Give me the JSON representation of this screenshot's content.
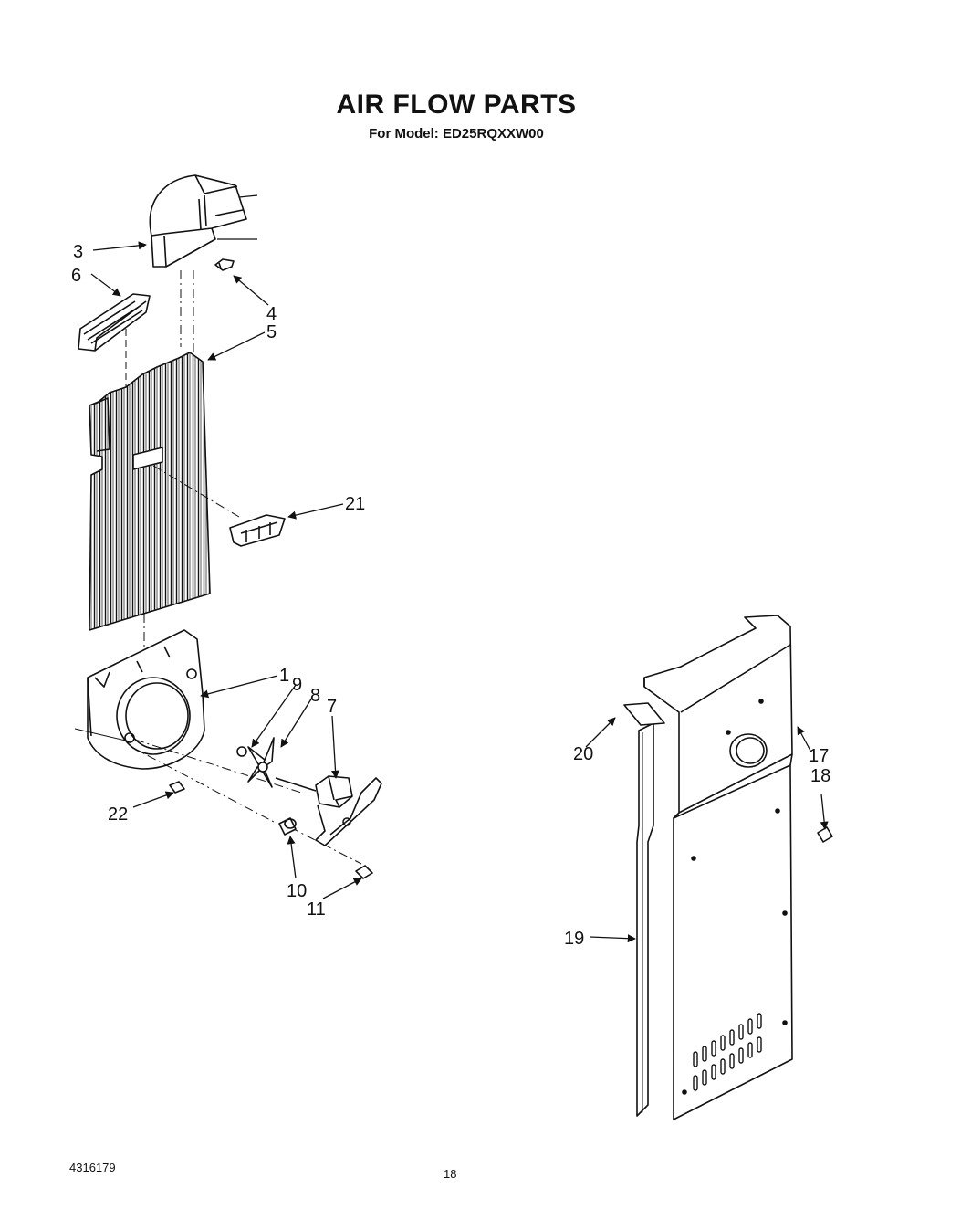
{
  "header": {
    "title": "AIR FLOW PARTS",
    "subtitle": "For Model: ED25RQXXW00"
  },
  "footer": {
    "part_number": "4316179",
    "page_number": "18"
  },
  "callouts": {
    "c1": "1",
    "c3": "3",
    "c4": "4",
    "c5": "5",
    "c6": "6",
    "c7": "7",
    "c8": "8",
    "c9": "9",
    "c10": "10",
    "c11": "11",
    "c17": "17",
    "c18": "18",
    "c19": "19",
    "c20": "20",
    "c21": "21",
    "c22": "22"
  }
}
